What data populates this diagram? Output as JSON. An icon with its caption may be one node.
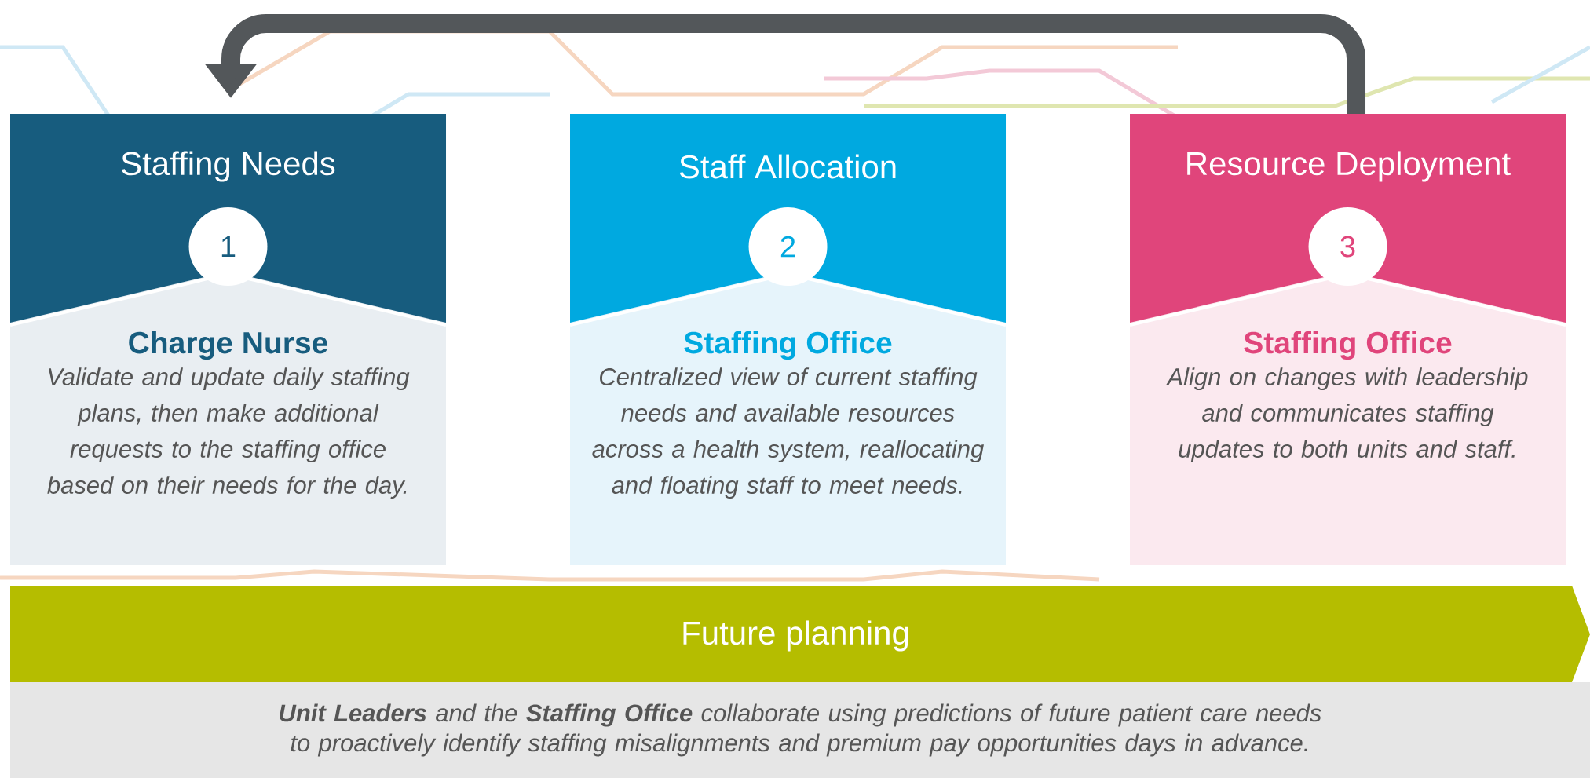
{
  "diagram": {
    "nodes": [
      {
        "text": [
          "Staffing Needs",
          "Charge Nurse",
          "Validate and update daily staffing plans, then make additional requests to the staffing office based on their needs for the day."
        ]
      },
      {
        "text": [
          "1"
        ],
        "in": 0
      },
      {
        "text": [
          "Staff Allocation",
          "Staffing Office",
          "Centralized view of current staffing needs and available resources across a health system, reallocating and floating staff to meet needs."
        ]
      },
      {
        "text": [
          "2"
        ],
        "in": 2
      },
      {
        "text": [
          "Resource Deployment",
          "Staffing Office",
          "Align on changes with leadership and communicates staffing updates to both units and staff."
        ]
      },
      {
        "text": [
          "3"
        ],
        "in": 4
      },
      {
        "text": [
          "Future planning",
          "**Unit Leaders** and the **Staffing Office** collaborate using predictions of future patient care needs to proactively identify staffing misalignments and premium pay opportunities days in advance."
        ]
      }
    ],
    "edges": [
      {
        "from": 4,
        "to": 0,
        "arrow": "to"
      }
    ]
  }
}
